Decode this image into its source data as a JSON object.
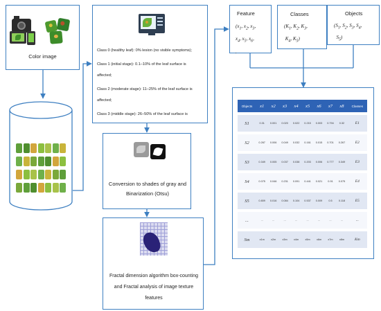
{
  "color_image": {
    "label": "Color image"
  },
  "classes_box": {
    "lines": [
      "Class 0 (healthy leaf): 0% lesion (no visible symptoms);",
      "Class 1 (initial stage): 0.1–10% of the leaf surface is",
      "affected;",
      "Class 2 (moderate stage): 11–25% of the leaf surface is",
      "affected;",
      "Class 3 (middle stage): 26–50% of the leaf surface is"
    ]
  },
  "conversion": {
    "label": "Conversion to shades of gray and Binarization (Otsu)"
  },
  "fractal": {
    "label": "Fractal dimension algorithm box-counting and Fractal analysis of image texture features"
  },
  "feature_box": {
    "title": "Feature",
    "content": "(x1, x2, x3, x4, x5, x6, ."
  },
  "classes_set_box": {
    "title": "Classes",
    "content": "(K1, K2, K3, K4, K5)"
  },
  "objects_box": {
    "title": "Objects",
    "content": "(S1, S2, S3, S4, S5)"
  },
  "table": {
    "header": [
      "Objects",
      "x1",
      "x2",
      "x3",
      "x4",
      "x5",
      "x6",
      "x7",
      "x8",
      "Classes"
    ],
    "rows": [
      [
        "S1",
        "0.31",
        "0.001",
        "0.020",
        "0.022",
        "0.215",
        "0.003",
        "0.794",
        "0.32",
        "E1"
      ],
      [
        "S2",
        "0.267",
        "0.006",
        "0.049",
        "0.032",
        "0.161",
        "0.015",
        "0.701",
        "0.267",
        "E2"
      ],
      [
        "S3",
        "0.349",
        "0.005",
        "0.037",
        "0.038",
        "0.203",
        "0.006",
        "0.777",
        "0.349",
        "E3"
      ],
      [
        "S4",
        "0.075",
        "0.046",
        "0.231",
        "0.091",
        "0.441",
        "0.021",
        "0.91",
        "0.075",
        "E4"
      ],
      [
        "S5",
        "0.809",
        "0.016",
        "0.084",
        "0.104",
        "0.537",
        "0.009",
        "0.5",
        "0.118",
        "E5"
      ],
      [
        "...",
        "...",
        "...",
        "...",
        "...",
        "...",
        "...",
        "...",
        "...",
        "..."
      ],
      [
        "Sm",
        "x1m",
        "x2m",
        "x3m",
        "x4m",
        "x5m",
        "x6m",
        "x7m",
        "x8m",
        "Km"
      ]
    ]
  },
  "colors": {
    "border": "#3d7fc1",
    "header": "#2e63b5",
    "row_odd": "#e1e7f3",
    "row_even": "#f5f7fc"
  }
}
